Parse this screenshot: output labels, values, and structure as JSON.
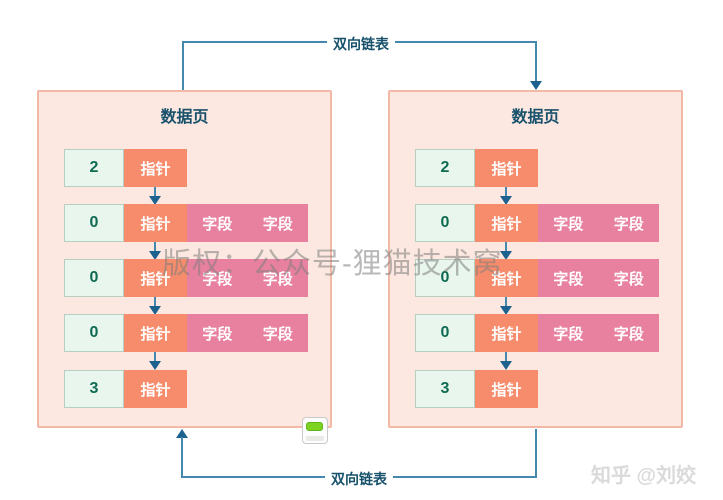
{
  "links": {
    "top_label": "双向链表",
    "bottom_label": "双向链表"
  },
  "watermarks": {
    "center": "版权：公众号-狸猫技术窝",
    "corner": "知乎 @刘姣"
  },
  "panels": [
    {
      "title": "数据页",
      "rows": [
        {
          "num": "2",
          "pointer": "指针",
          "fields": []
        },
        {
          "num": "0",
          "pointer": "指针",
          "fields": [
            "字段",
            "字段"
          ]
        },
        {
          "num": "0",
          "pointer": "指针",
          "fields": [
            "字段",
            "字段"
          ]
        },
        {
          "num": "0",
          "pointer": "指针",
          "fields": [
            "字段",
            "字段"
          ]
        },
        {
          "num": "3",
          "pointer": "指针",
          "fields": []
        }
      ]
    },
    {
      "title": "数据页",
      "rows": [
        {
          "num": "2",
          "pointer": "指针",
          "fields": []
        },
        {
          "num": "0",
          "pointer": "指针",
          "fields": [
            "字段",
            "字段"
          ]
        },
        {
          "num": "0",
          "pointer": "指针",
          "fields": [
            "字段",
            "字段"
          ]
        },
        {
          "num": "0",
          "pointer": "指针",
          "fields": [
            "字段",
            "字段"
          ]
        },
        {
          "num": "3",
          "pointer": "指针",
          "fields": []
        }
      ]
    }
  ],
  "colors": {
    "line": "#4588ad",
    "arrow_head": "#1d618f",
    "label_text": "#17516b",
    "panel_fill": "#fce8e1",
    "panel_border": "#f2b9a6",
    "num_fill": "#e9f6ee",
    "num_border": "#b7cfc0",
    "num_text": "#0e6b52",
    "pointer_fill": "#f68c6b",
    "field_fill": "#e8809f",
    "icon_green": "#7ed321"
  }
}
